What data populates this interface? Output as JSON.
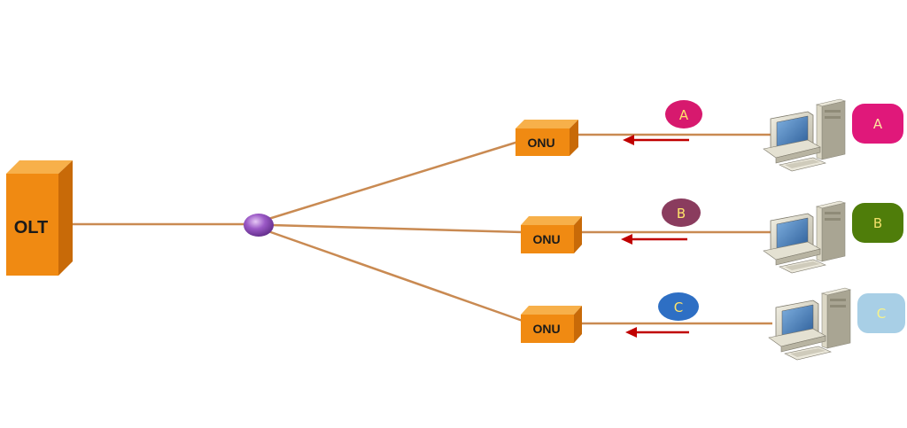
{
  "olt": {
    "label": "OLT"
  },
  "onus": [
    {
      "label": "ONU",
      "message": "A",
      "message_color": "#d7196e",
      "user": "A",
      "user_color": "#e0187a",
      "user_text_color": "#fde6a0"
    },
    {
      "label": "ONU",
      "message": "B",
      "message_color": "#8a3c5e",
      "user": "B",
      "user_color": "#4f7d0a",
      "user_text_color": "#f3e06a"
    },
    {
      "label": "ONU",
      "message": "C",
      "message_color": "#2e6fc4",
      "user": "C",
      "user_color": "#a8cfe6",
      "user_text_color": "#f7f38a"
    }
  ],
  "colors": {
    "box_front": "#f08a12",
    "box_top": "#f7b04a",
    "box_side": "#c86a08",
    "fiber": "#c98a52",
    "splitter": "#9b59c6",
    "arrow": "#c00000",
    "message_text": "#ffe36a"
  },
  "icons": {
    "splitter": "splitter-icon",
    "computer": "computer-icon",
    "arrow": "upstream-arrow-icon"
  }
}
